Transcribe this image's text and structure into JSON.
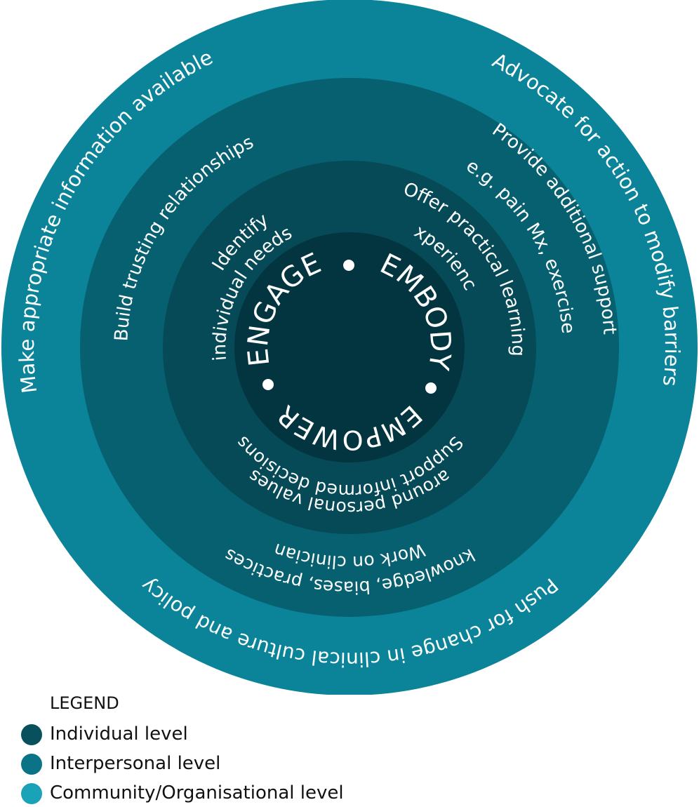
{
  "colors": {
    "outer_ring": "#0b8398",
    "middle_ring": "#07606f",
    "inner_ring": "#054a56",
    "core": "#033540",
    "text": "#ffffff",
    "legend_individual": "#07505c",
    "legend_interpersonal": "#0a7386",
    "legend_community": "#1aa3b8"
  },
  "core": {
    "engage": "ENGAGE",
    "embody": "EMBODY",
    "empower": "EMPOWER"
  },
  "inner_ring": {
    "identify_line1": "Identify",
    "identify_line2": "individual needs",
    "offer_line1": "Offer practical learning",
    "offer_line2": "experiences",
    "support_line1": "Support informed decisions",
    "support_line2": "around personal values"
  },
  "middle_ring": {
    "build": "Build trusting relationships",
    "provide_line1": "Provide additional support",
    "provide_line2": "e.g. pain Mx, exercise",
    "work_line1": "Work on clinician",
    "work_line2": "knowledge, biases, practices"
  },
  "outer_ring": {
    "make": "Make appropriate information available",
    "advocate": "Advocate for action to modify barriers",
    "push": "Push for change in clinical culture and policy"
  },
  "legend": {
    "title": "LEGEND",
    "items": [
      {
        "label": "Individual level"
      },
      {
        "label": "Interpersonal level"
      },
      {
        "label": "Community/Organisational level"
      }
    ]
  }
}
